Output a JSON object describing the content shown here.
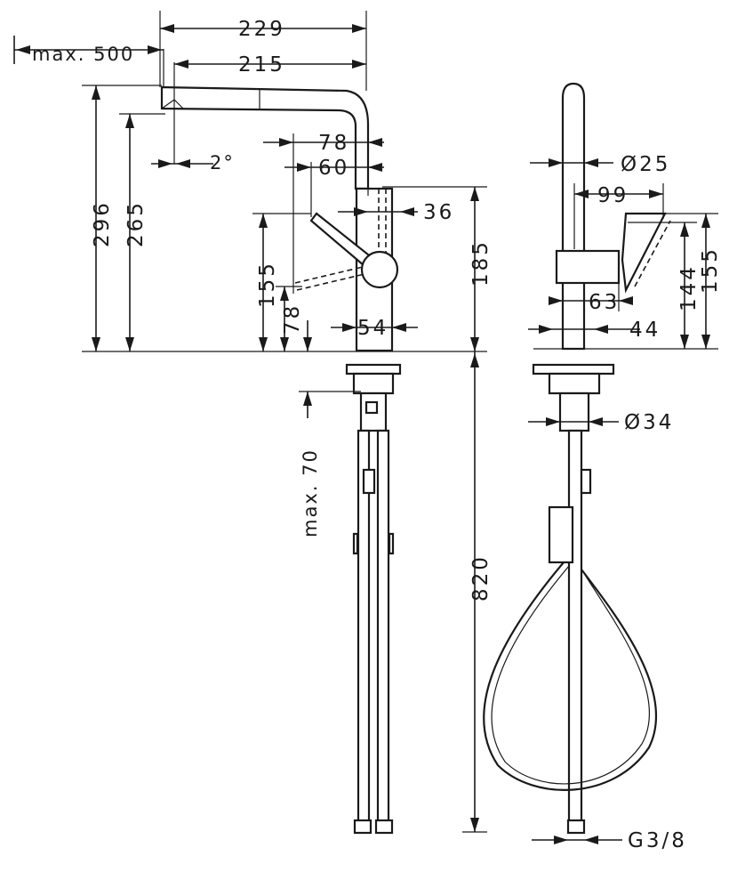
{
  "dimensions": {
    "d229": "229",
    "d215": "215",
    "dmax500": "max. 500",
    "d2deg": "2°",
    "d78a": "78",
    "d60": "60",
    "d36": "36",
    "d296": "296",
    "d265": "265",
    "d185": "185",
    "d155a": "155",
    "d78b": "78",
    "d54": "54",
    "dmax70": "max. 70",
    "d820": "820",
    "dphi25": "Ø25",
    "d99": "99",
    "d144": "144",
    "d155b": "155",
    "d63": "63",
    "d44": "44",
    "dphi34": "Ø34",
    "dg38": "G3/8"
  }
}
